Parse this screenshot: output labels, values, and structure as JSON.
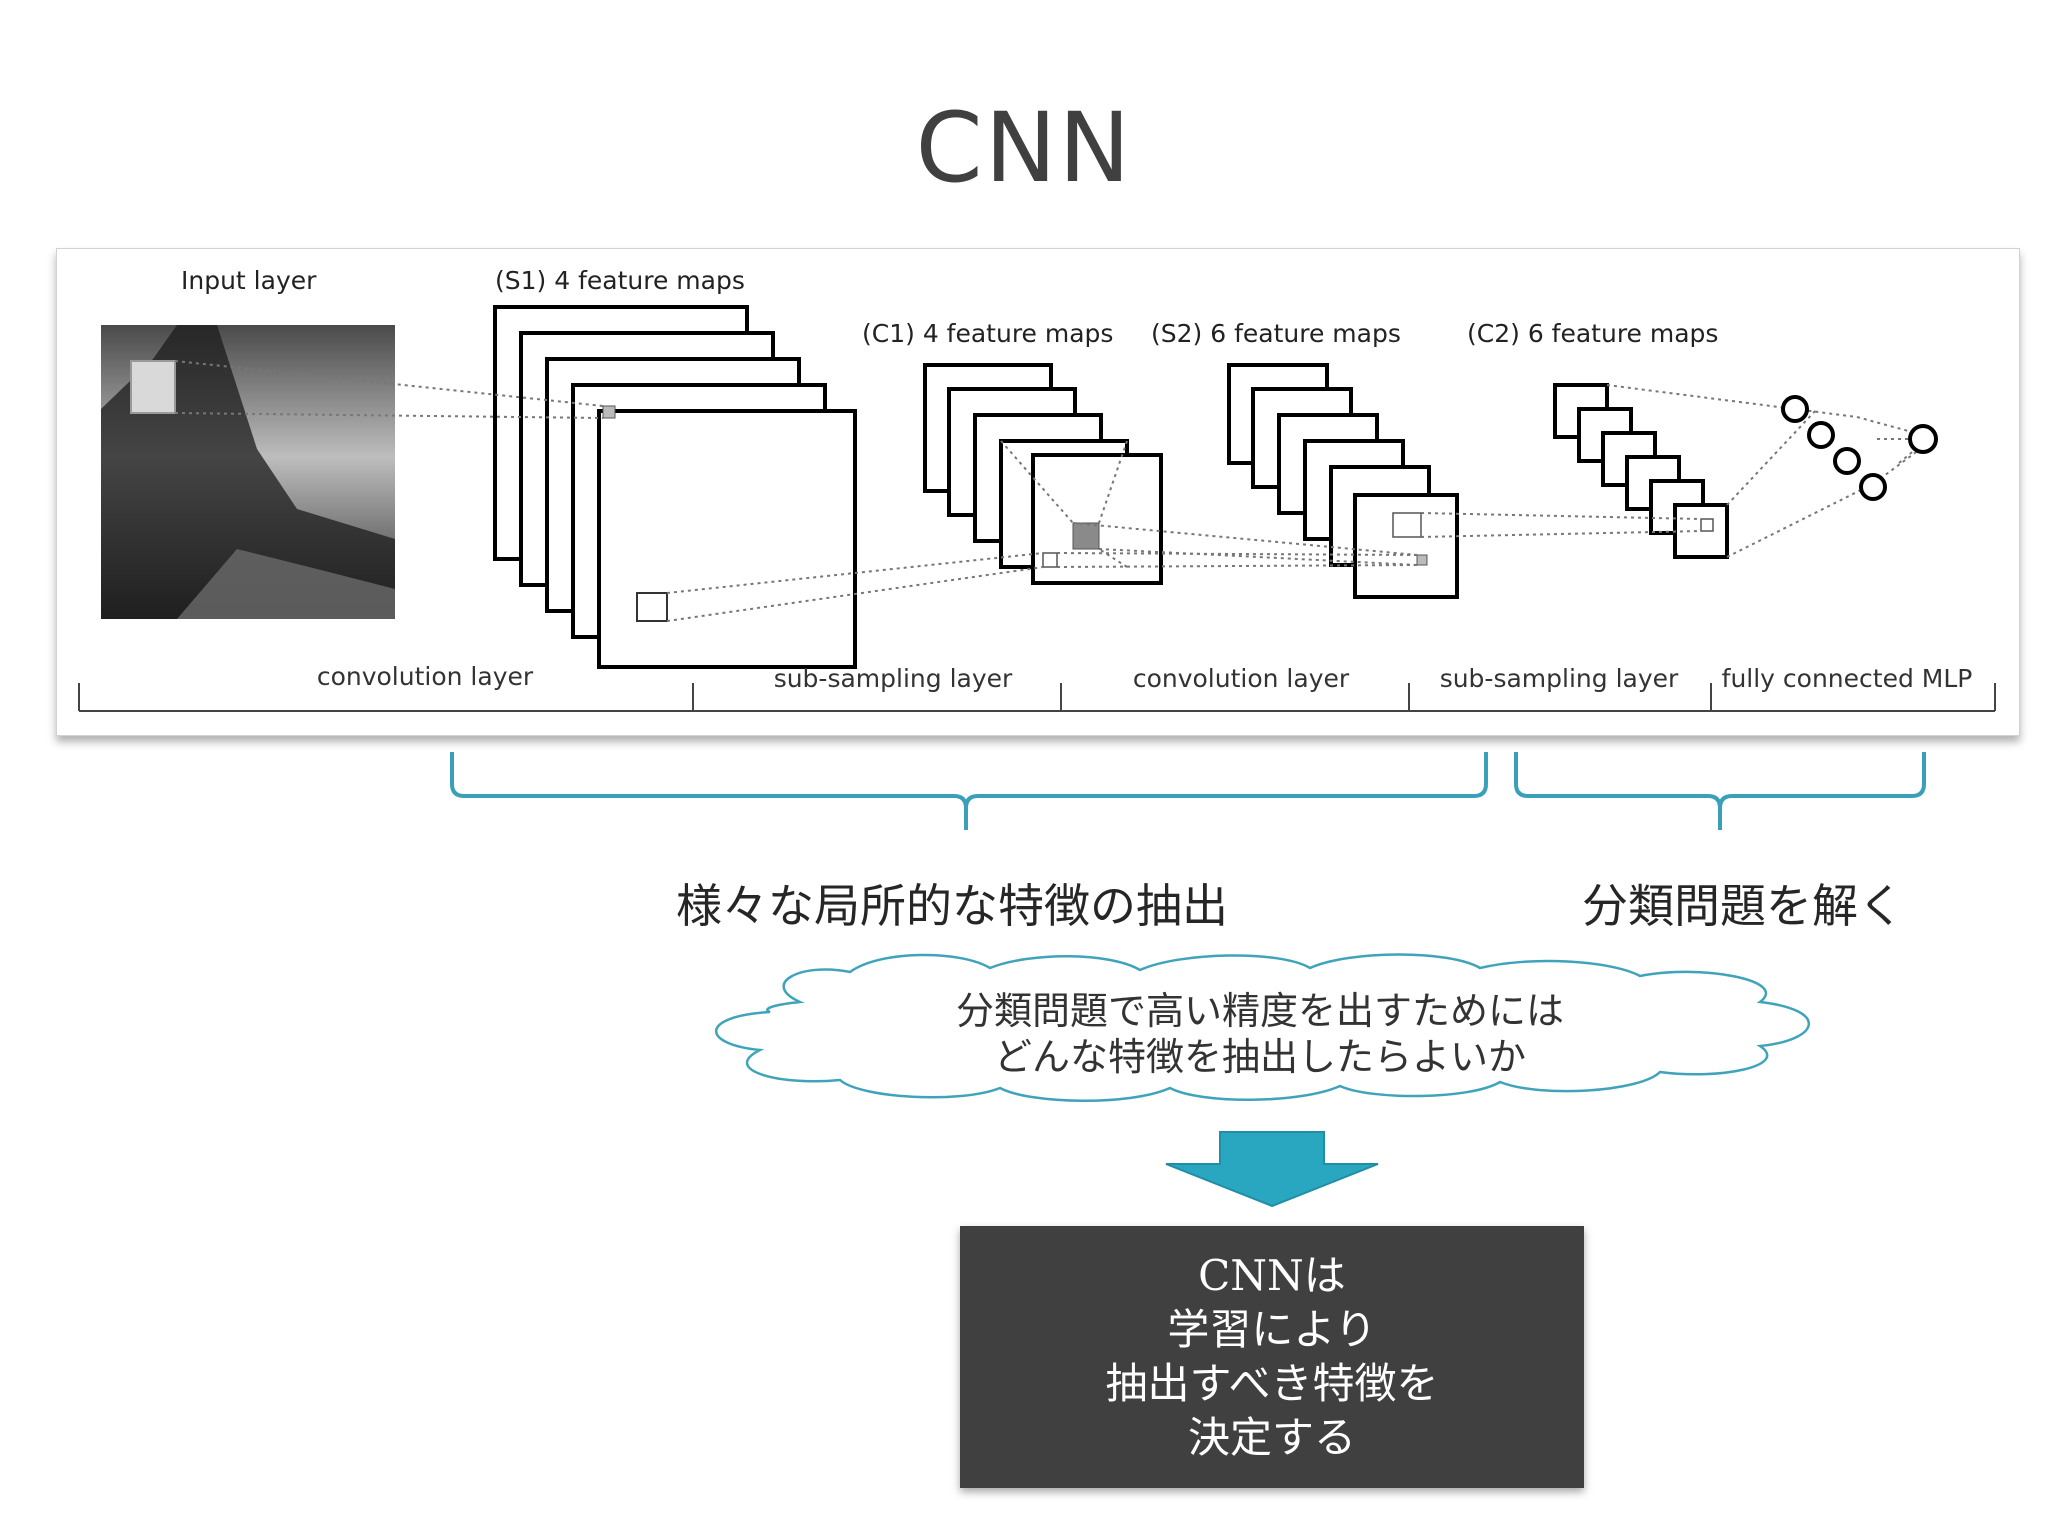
{
  "title": "CNN",
  "diagram": {
    "layer_labels": {
      "input": "Input layer",
      "s1": "(S1) 4 feature maps",
      "c1": "(C1) 4 feature maps",
      "s2": "(S2) 6 feature maps",
      "c2": "(C2) 6 feature maps"
    },
    "section_labels": [
      "convolution layer",
      "sub-sampling layer",
      "convolution layer",
      "sub-sampling layer",
      "fully connected MLP"
    ]
  },
  "braces": {
    "feature_extraction": "様々な局所的な特徴の抽出",
    "classification": "分類問題を解く"
  },
  "cloud": {
    "lines": [
      "分類問題で高い精度を出すためには",
      "どんな特徴を抽出したらよいか"
    ]
  },
  "conclusion": {
    "lines": [
      "CNNは",
      "学習により",
      "抽出すべき特徴を",
      "決定する"
    ]
  },
  "colors": {
    "accent": "#2aa7c0",
    "brace": "#3a9fb8",
    "dark_box": "#404040"
  }
}
